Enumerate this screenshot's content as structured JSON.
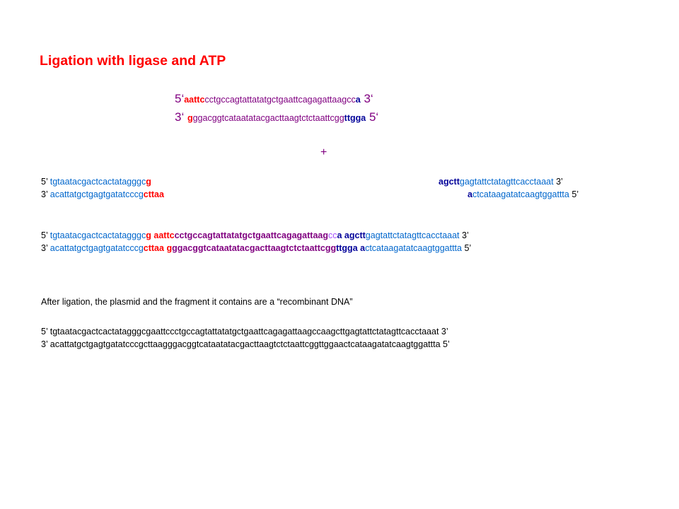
{
  "colors": {
    "red": "#ff0000",
    "purple": "#800080",
    "blue": "#0066cc",
    "navy": "#000099",
    "black": "#000000",
    "brown": "#993300",
    "darkred": "#cc0000",
    "lightpurple": "#a64dff"
  },
  "title": "Ligation with ligase and ATP",
  "insert": {
    "top": [
      {
        "t": "5‘",
        "c": "purple",
        "s": "mark"
      },
      {
        "t": "aattc",
        "c": "red",
        "b": true
      },
      {
        "t": "cctgccagtattatatgctgaattcagagattaagcc",
        "c": "purple"
      },
      {
        "t": "a",
        "c": "navy",
        "b": true
      },
      {
        "t": "   3‘",
        "c": "purple",
        "s": "mark"
      }
    ],
    "bottom": [
      {
        "t": "3‘  ",
        "c": "purple",
        "s": "mark"
      },
      {
        "t": "g",
        "c": "red",
        "b": true
      },
      {
        "t": "ggacggtcataatatacgacttaagtctctaattcgg",
        "c": "purple"
      },
      {
        "t": "ttgga",
        "c": "navy",
        "b": true
      },
      {
        "t": "  5‘",
        "c": "purple",
        "s": "mark"
      }
    ]
  },
  "plus": "+",
  "vector": {
    "left_top": [
      {
        "t": "5’ ",
        "c": "black"
      },
      {
        "t": "tgtaatacgactcactatagggc",
        "c": "blue"
      },
      {
        "t": "g",
        "c": "red",
        "b": true
      }
    ],
    "left_bottom": [
      {
        "t": "3’ ",
        "c": "black"
      },
      {
        "t": "acattatgctgagtgatatcccg",
        "c": "blue"
      },
      {
        "t": "cttaa",
        "c": "red",
        "b": true
      }
    ],
    "right_top": [
      {
        "t": "agctt",
        "c": "navy",
        "b": true
      },
      {
        "t": "gagtattctatagttcacctaaat",
        "c": "blue"
      },
      {
        "t": "  3’",
        "c": "black"
      }
    ],
    "right_bottom": [
      {
        "t": "a",
        "c": "navy",
        "b": true
      },
      {
        "t": "ctcataagatatcaagtggattta",
        "c": "blue"
      },
      {
        "t": " 5’",
        "c": "black"
      }
    ]
  },
  "ligated": {
    "top": [
      {
        "t": "5’ ",
        "c": "black"
      },
      {
        "t": "tgtaatacgactcactatagggc",
        "c": "blue"
      },
      {
        "t": "g",
        "c": "red",
        "b": true
      },
      {
        "t": " aattc",
        "c": "red",
        "b": true
      },
      {
        "t": "cctgccagtattatatgctgaattcagagattaag",
        "c": "purple",
        "b": true
      },
      {
        "t": "cc",
        "c": "lightpurple"
      },
      {
        "t": "a ",
        "c": "navy",
        "b": true
      },
      {
        "t": "agctt",
        "c": "navy",
        "b": true
      },
      {
        "t": "gagtattctatagttcacctaaat",
        "c": "blue"
      },
      {
        "t": "  3’",
        "c": "black"
      }
    ],
    "bottom": [
      {
        "t": "3’ ",
        "c": "black"
      },
      {
        "t": "acattatgctgagtgatatcccg",
        "c": "blue"
      },
      {
        "t": "cttaa",
        "c": "red",
        "b": true
      },
      {
        "t": " g",
        "c": "red",
        "b": true
      },
      {
        "t": "ggacggtcataatatacgacttaagtctctaattcgg",
        "c": "purple",
        "b": true
      },
      {
        "t": "ttgga ",
        "c": "navy",
        "b": true
      },
      {
        "t": "a",
        "c": "navy",
        "b": true
      },
      {
        "t": "ctcataagatatcaagtggattta",
        "c": "blue"
      },
      {
        "t": "  5’",
        "c": "black"
      }
    ]
  },
  "caption": "After ligation, the plasmid and the fragment it  contains are a “recombinant DNA”",
  "recombinant": {
    "top": "5’ tgtaatacgactcactatagggcgaattccctgccagtattatatgctgaattcagagattaagccaagcttgagtattctatagttcacctaaat  3’",
    "bottom": "3’ acattatgctgagtgatatcccgcttaagggacggtcataatatacgacttaagtctctaattcggttggaactcataagatatcaagtggattta  5’"
  }
}
